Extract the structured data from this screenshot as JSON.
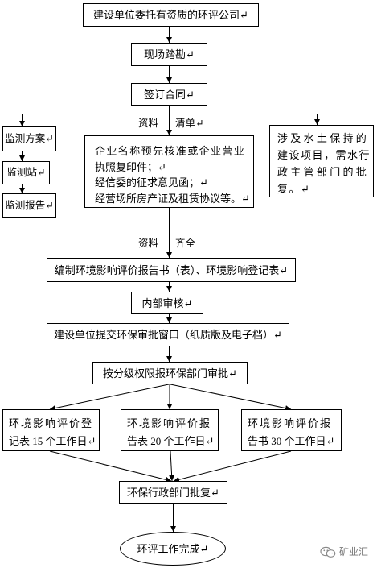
{
  "flowchart": {
    "start": "建设单位委托有资质的环评公司↵",
    "site_survey": "现场踏勘↵",
    "sign_contract": "签订合同↵",
    "materials_label": {
      "left": "资料",
      "right": "清单↵"
    },
    "monitoring": [
      "监测方案↵",
      "监测站↵",
      "监测报告↵"
    ],
    "required_documents": [
      "企业名称预先核准或企业营业",
      "执照复印件；↵",
      "经信委的征求意见函；↵",
      "经营场所房产证及租赁协议等。↵"
    ],
    "soil_water_note": [
      "涉及水土保持的",
      "建设项目，需水行",
      "政主管部门的批",
      "复。↵"
    ],
    "complete_label": {
      "left": "资料",
      "right": "齐全"
    },
    "prepare_report": "编制环境影响评价报告书（表）、环境影响登记表↵",
    "internal_review": "内部审核↵",
    "submit_window": "建设单位提交环保审批窗口（纸质版及电子档）↵",
    "tiered_submission": "按分级权限报环保部门审批↵",
    "review_types": [
      {
        "line1": "环境影响评价登",
        "line2": "记表 15 个工作日↵"
      },
      {
        "line1": "环境影响评价报",
        "line2": "告表 20 个工作日↵"
      },
      {
        "line1": "环境影响评价报",
        "line2": "告书 30 个工作日↵"
      }
    ],
    "approval": "环保行政部门批复↵",
    "end": "环评工作完成↵"
  },
  "watermark": {
    "icon": "wechat-icon",
    "text": "矿业汇"
  },
  "colors": {
    "line": "#000000",
    "box_fill": "#ffffff",
    "watermark": "#7a7a7a"
  }
}
